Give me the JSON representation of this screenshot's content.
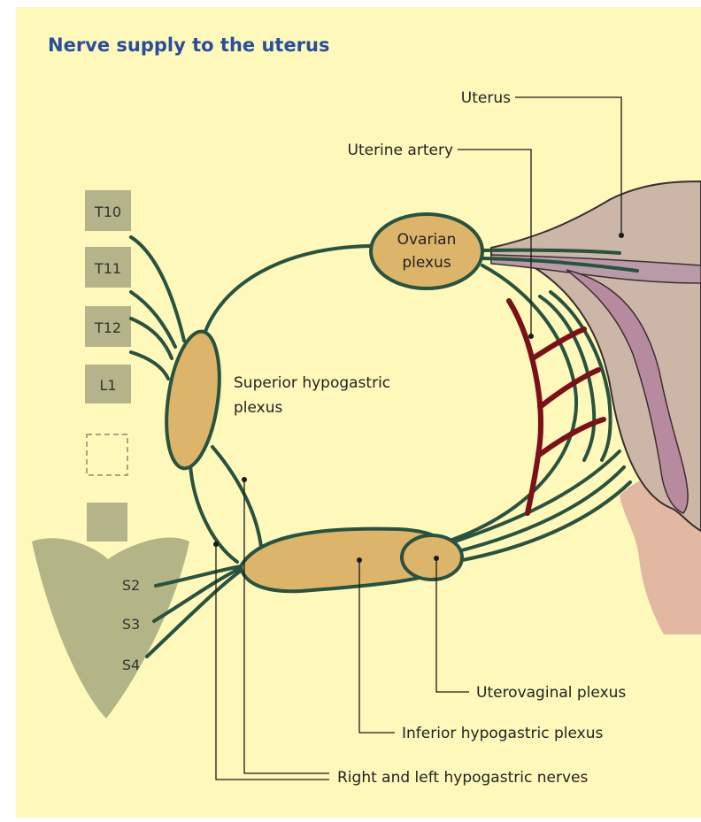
{
  "title": "Nerve supply to the uterus",
  "labels": {
    "uterus": "Uterus",
    "uterine_artery": "Uterine artery",
    "ovarian_plexus_line1": "Ovarian",
    "ovarian_plexus_line2": "plexus",
    "superior_hypogastric_line1": "Superior hypogastric",
    "superior_hypogastric_line2": "plexus",
    "uterovaginal_plexus": "Uterovaginal plexus",
    "inferior_hypogastric_plexus": "Inferior hypogastric plexus",
    "hypogastric_nerves": "Right and left hypogastric nerves"
  },
  "spinal_segments": [
    "T10",
    "T11",
    "T12",
    "L1"
  ],
  "sacral_segments": [
    "S2",
    "S3",
    "S4"
  ],
  "colors": {
    "background": "#fef8bb",
    "title": "#2a4d9c",
    "nerve": "#29523f",
    "plexus": "#dcb46a",
    "segment_box": "#b4b38a",
    "sacrum": "#b3b587",
    "uterus": "#ccb6a8",
    "vagina": "#e3b8a3",
    "artery": "#7a1018"
  }
}
